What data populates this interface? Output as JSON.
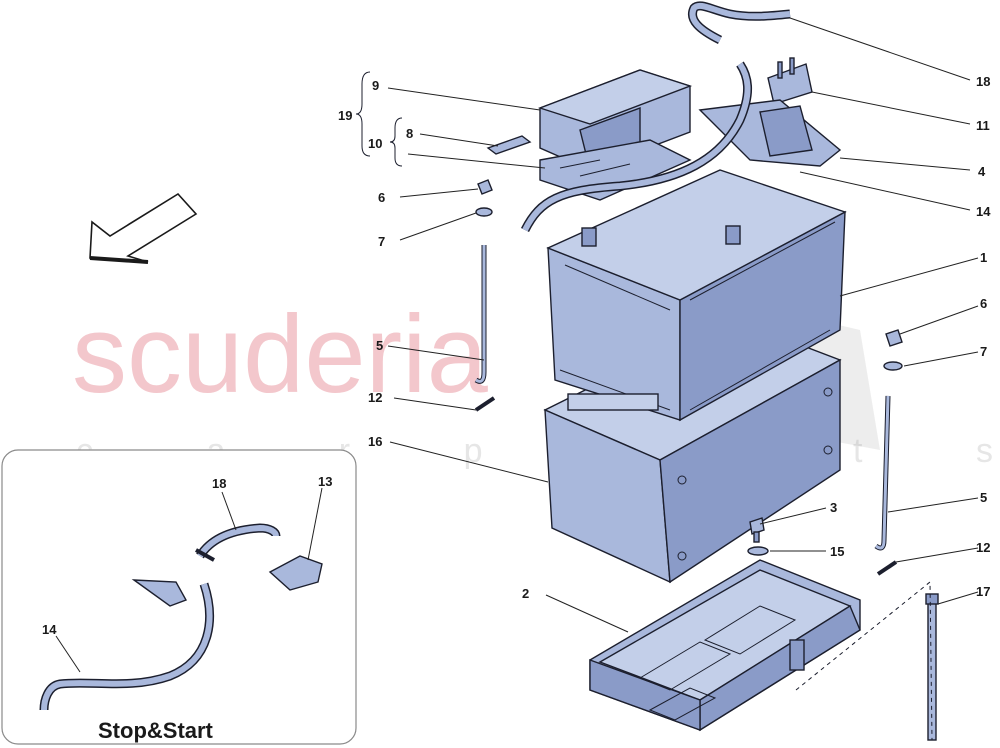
{
  "watermark": {
    "brand": "scuderia",
    "sub": "c a r p a r t s"
  },
  "inset": {
    "title": "Stop&Start"
  },
  "callouts": {
    "c1": "1",
    "c2": "2",
    "c3": "3",
    "c4": "4",
    "c5a": "5",
    "c5b": "5",
    "c6a": "6",
    "c6b": "6",
    "c7a": "7",
    "c7b": "7",
    "c8": "8",
    "c9": "9",
    "c10": "10",
    "c11": "11",
    "c12a": "12",
    "c12b": "12",
    "c14": "14",
    "c15": "15",
    "c16": "16",
    "c17": "17",
    "c18": "18",
    "c19": "19",
    "i13": "13",
    "i14": "14",
    "i18": "18"
  },
  "colors": {
    "part": "#a9b8dc",
    "outline": "#1c1f2e",
    "watermark": "#f3c7cc"
  }
}
